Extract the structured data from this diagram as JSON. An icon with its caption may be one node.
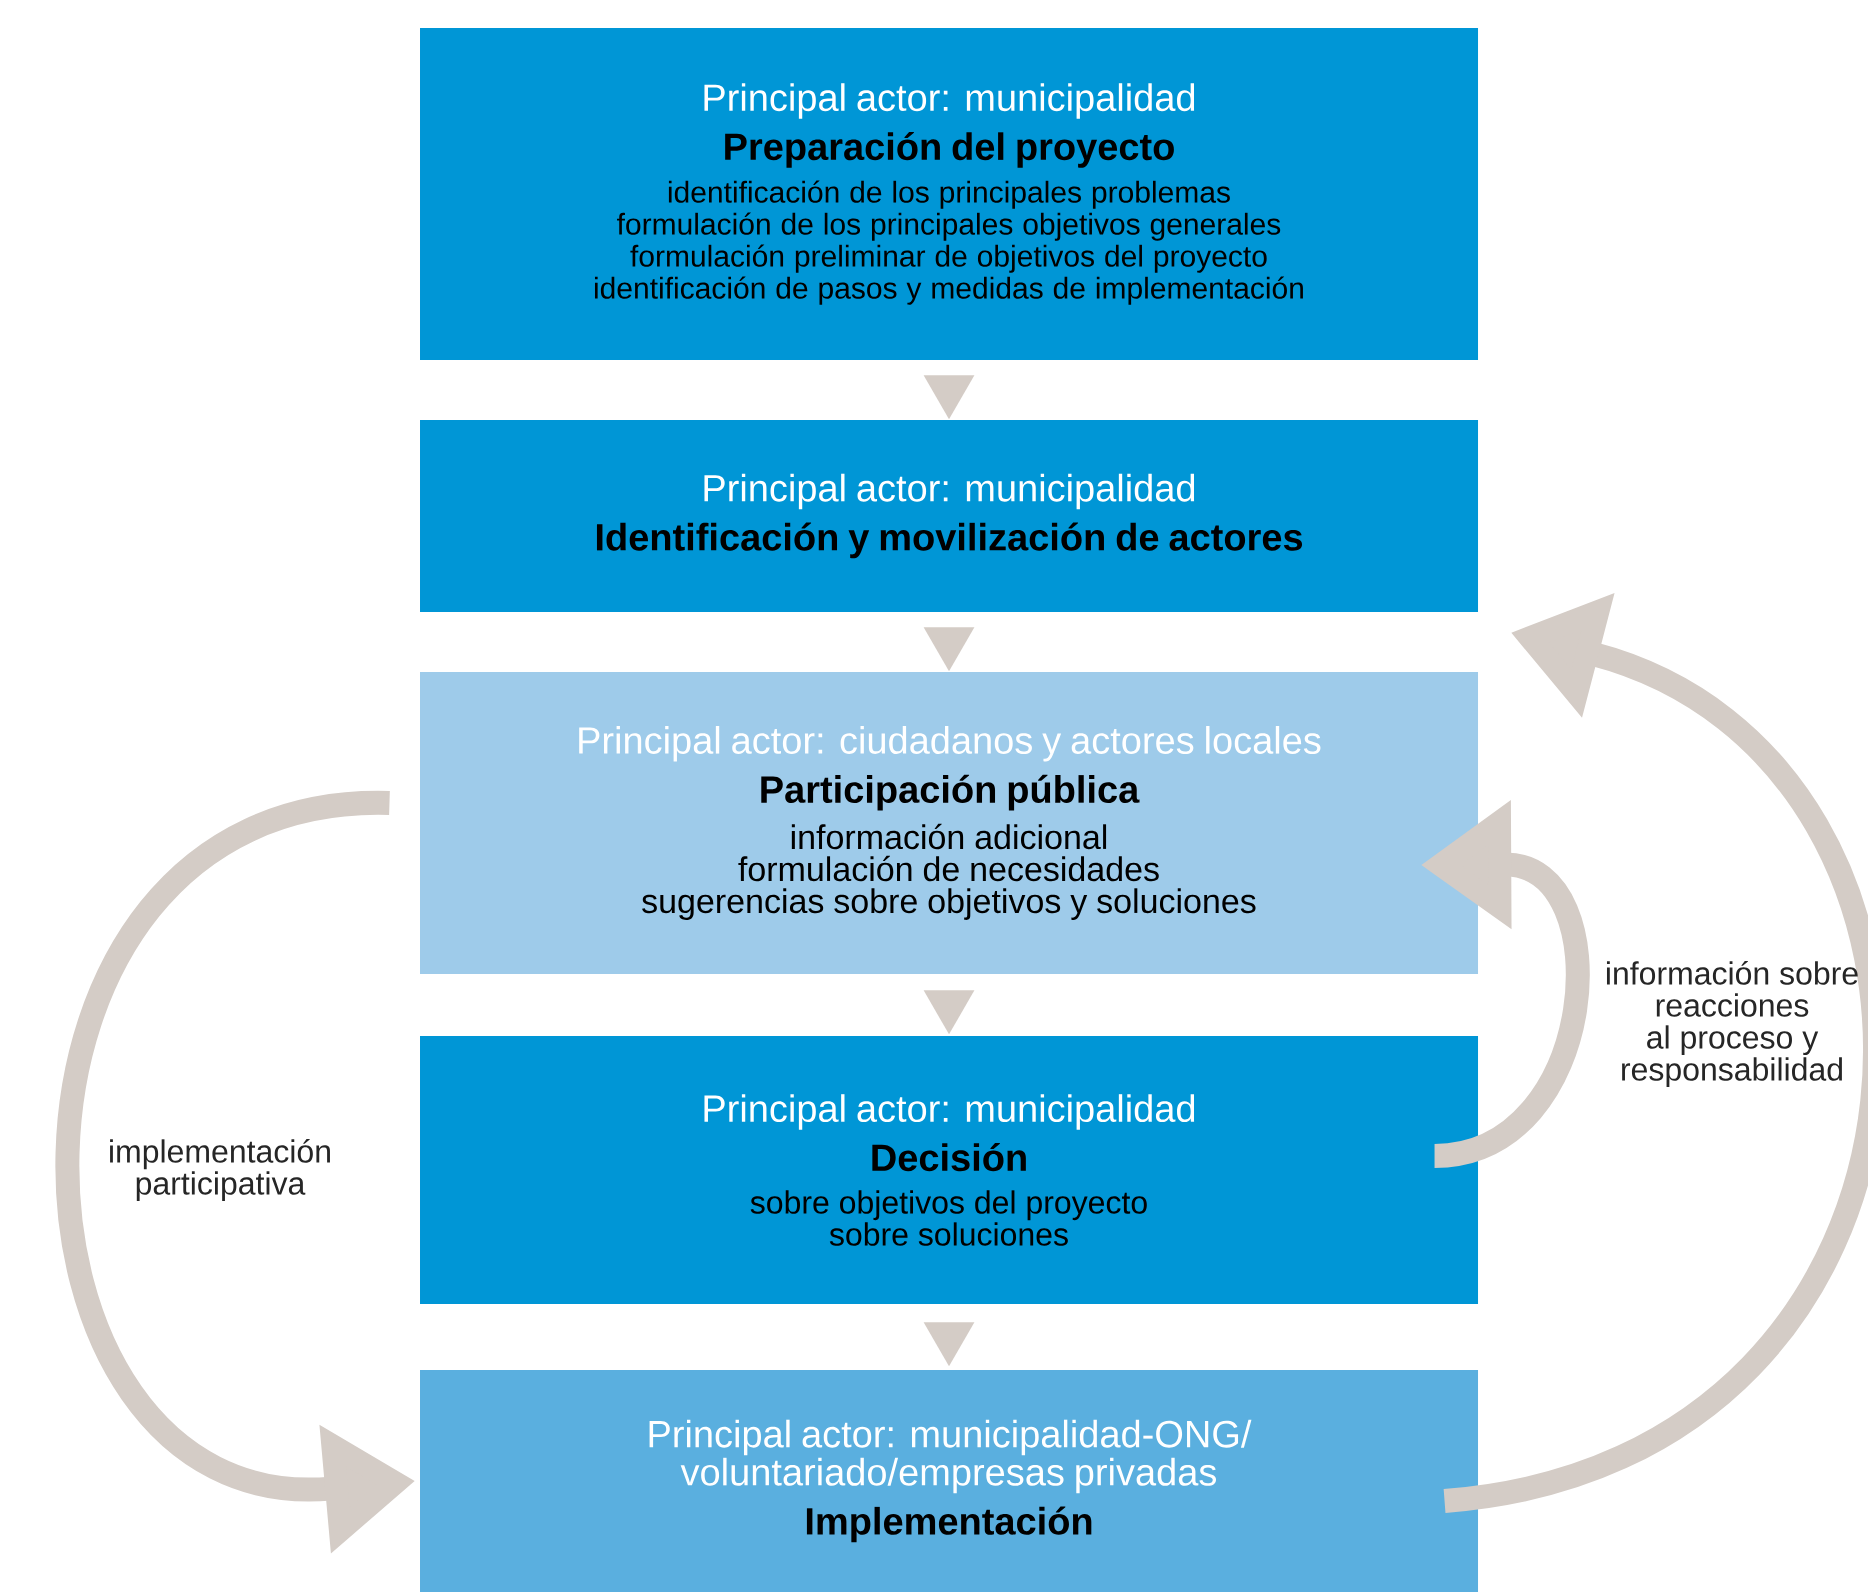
{
  "diagram": {
    "nodes": [
      {
        "text": [
          "Principal actor: municipalidad",
          "Preparación del proyecto",
          "identificación de los principales problemas",
          "formulación de los principales objetivos generales",
          "formulación preliminar de objetivos del proyecto",
          "identificación de pasos y medidas de implementación"
        ]
      },
      {
        "text": [
          "Principal actor: municipalidad",
          "Identificación y movilización de actores"
        ]
      },
      {
        "text": [
          "Principal actor: ciudadanos y actores locales",
          "Participación pública",
          "información adicional",
          "formulación de necesidades",
          "sugerencias sobre objetivos y soluciones"
        ]
      },
      {
        "text": [
          "Principal actor: municipalidad",
          "Decisión",
          "sobre objetivos del proyecto",
          "sobre soluciones"
        ]
      },
      {
        "text": [
          "Principal actor: municipalidad-ONG/ voluntariado/empresas privadas",
          "Implementación"
        ]
      }
    ],
    "edges": [
      {
        "from": 0,
        "to": 1,
        "arrow": "to"
      },
      {
        "from": 1,
        "to": 2,
        "arrow": "to"
      },
      {
        "from": 2,
        "to": 3,
        "arrow": "to"
      },
      {
        "from": 3,
        "to": 4,
        "arrow": "to"
      },
      {
        "from": 2,
        "to": 4,
        "arrow": "to",
        "label": "implementación participativa"
      },
      {
        "from": 3,
        "to": 2,
        "arrow": "to",
        "label": "información sobre reacciones al proceso y responsabilidad"
      },
      {
        "from": 4,
        "to": 1,
        "arrow": "to"
      }
    ]
  }
}
